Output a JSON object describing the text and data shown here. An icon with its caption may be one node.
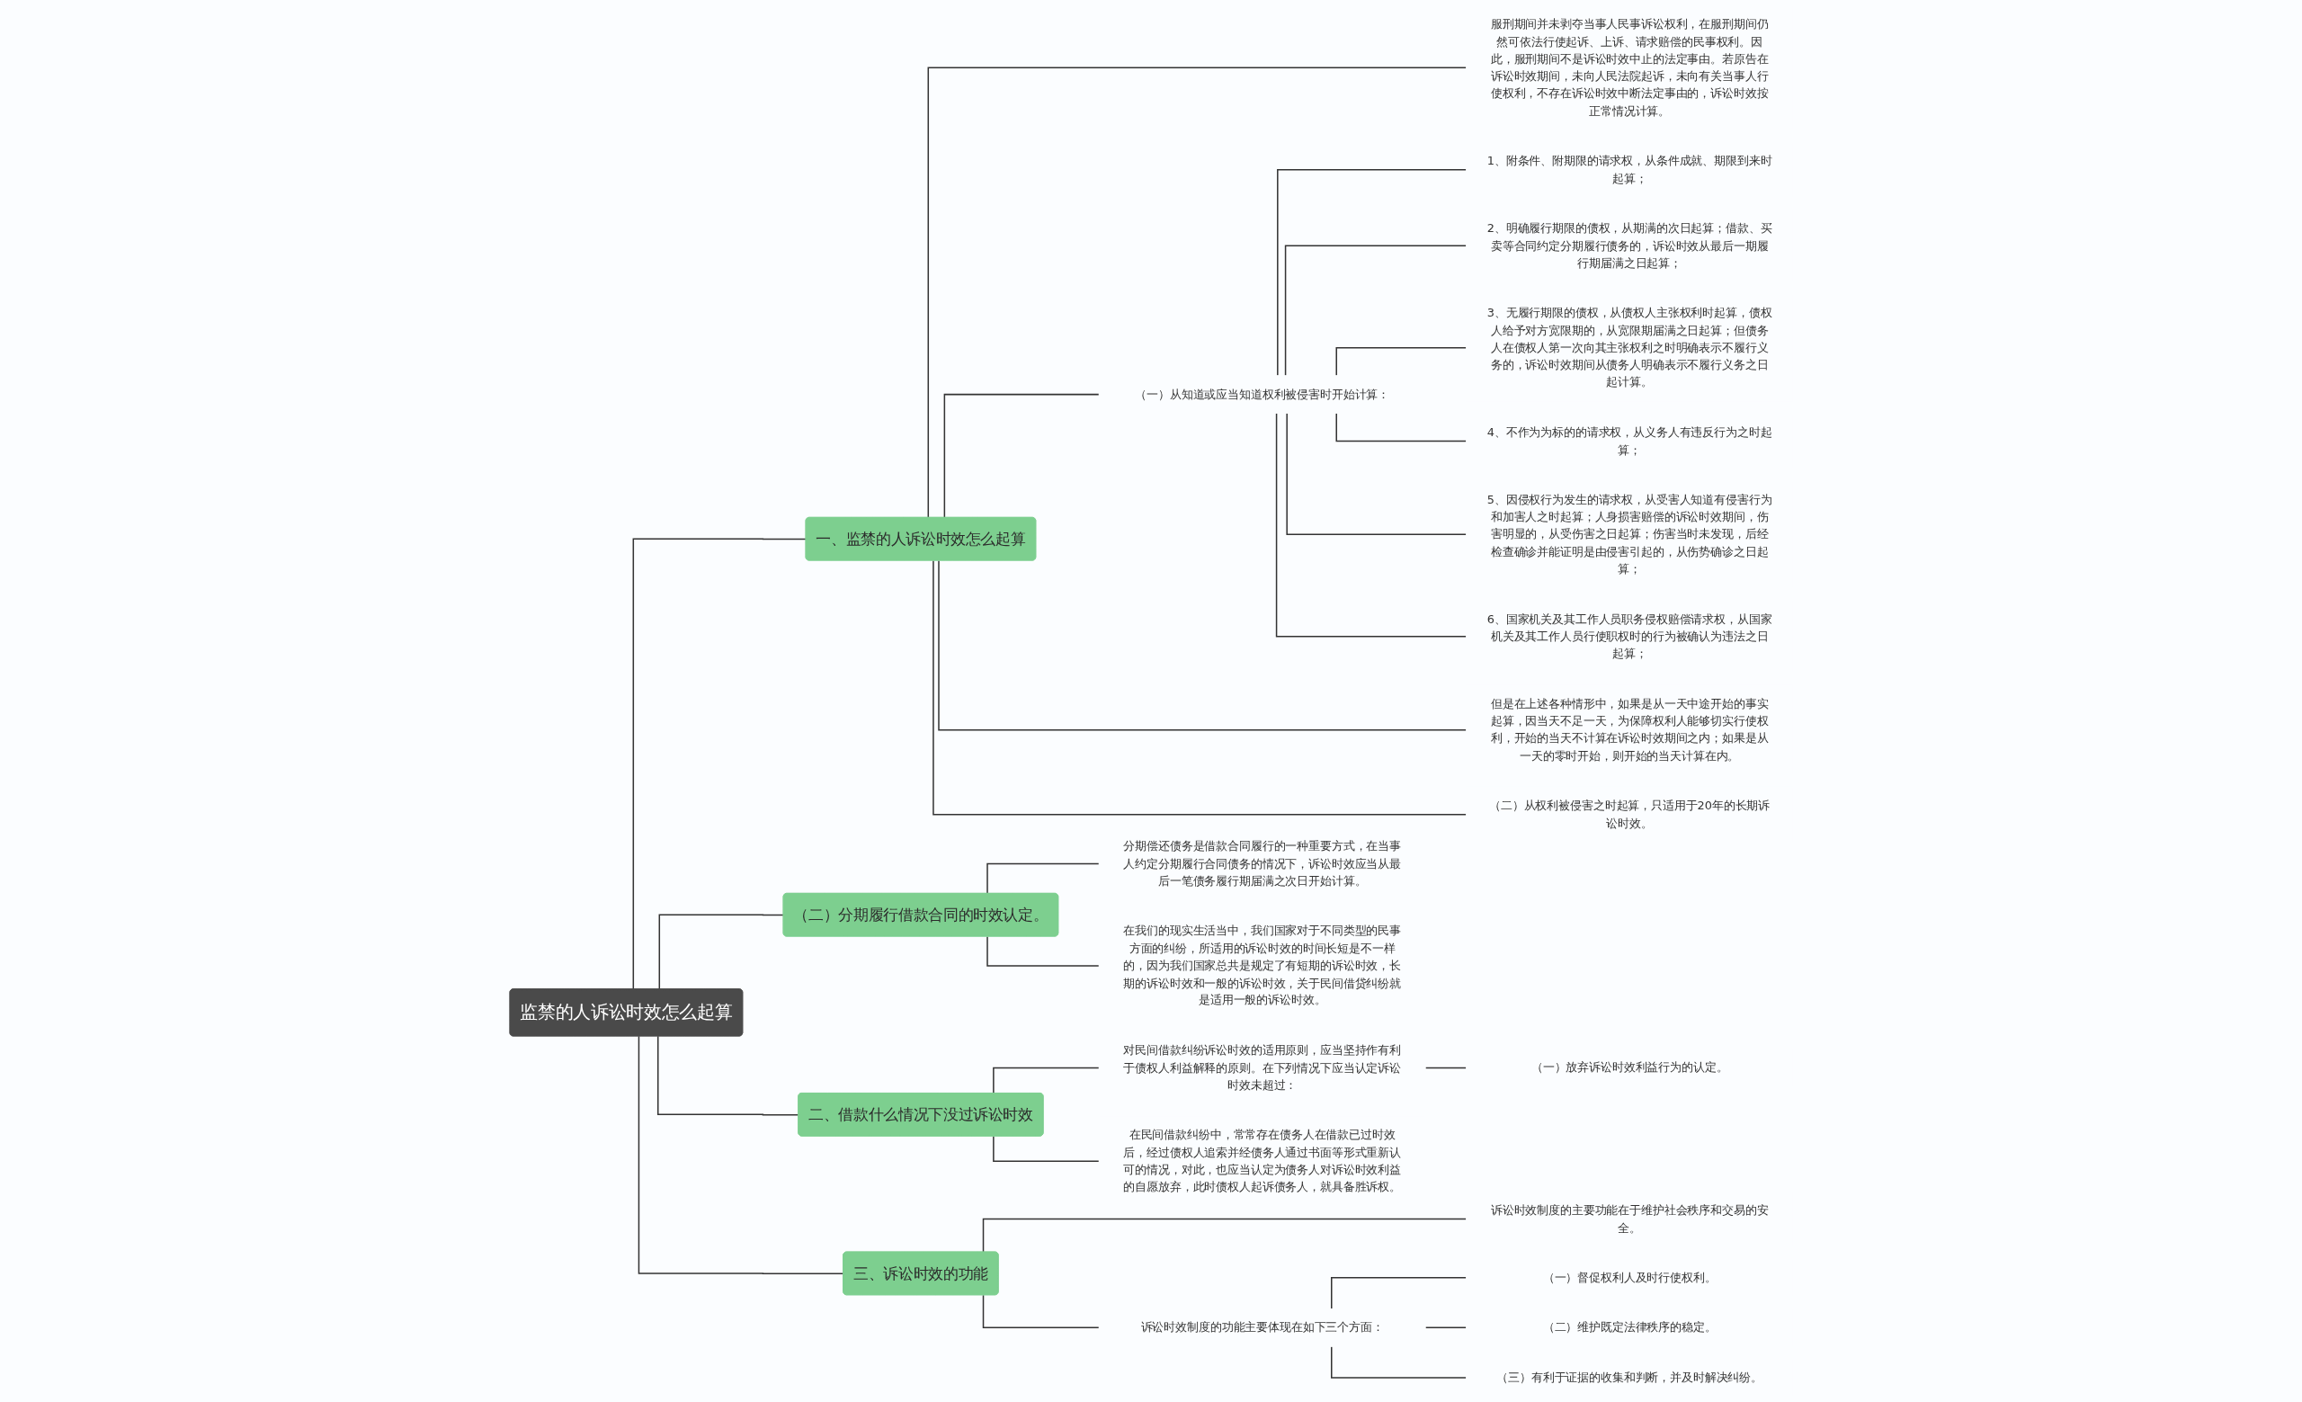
{
  "diagram": {
    "nodes": [
      {
        "text": [
          "监禁的人诉讼时效怎么起算"
        ]
      },
      {
        "text": [
          "一、监禁的人诉讼时效怎么起算"
        ]
      },
      {
        "text": [
          "服刑期间并未剥夺当事人民事诉讼权利，在服刑期间仍然可依法行使起诉、上诉、请求赔偿的民事权利。因此，服刑期间不是诉讼时效中止的法定事由。若原告在诉讼时效期间，未向人民法院起诉，未向有关当事人行使权利，不存在诉讼时效中断法定事由的，诉讼时效按正常情况计算。"
        ]
      },
      {
        "text": [
          "（一）从知道或应当知道权利被侵害时开始计算："
        ]
      },
      {
        "text": [
          "1、附条件、附期限的请求权，从条件成就、期限到来时起算；"
        ]
      },
      {
        "text": [
          "2、明确履行期限的债权，从期满的次日起算；借款、买卖等合同约定分期履行债务的，诉讼时效从最后一期履行期届满之日起算；"
        ]
      },
      {
        "text": [
          "3、无履行期限的债权，从债权人主张权利时起算，债权人给予对方宽限期的，从宽限期届满之日起算；但债务人在债权人第一次向其主张权利之时明确表示不履行义务的，诉讼时效期间从债务人明确表示不履行义务之日起计算。"
        ]
      },
      {
        "text": [
          "4、不作为为标的的请求权，从义务人有违反行为之时起算；"
        ]
      },
      {
        "text": [
          "5、因侵权行为发生的请求权，从受害人知道有侵害行为和加害人之时起算；人身损害赔偿的诉讼时效期间，伤害明显的，从受伤害之日起算；伤害当时未发现，后经检查确诊并能证明是由侵害引起的，从伤势确诊之日起算；"
        ]
      },
      {
        "text": [
          "6、国家机关及其工作人员职务侵权赔偿请求权，从国家机关及其工作人员行使职权时的行为被确认为违法之日起算；"
        ]
      },
      {
        "text": [
          "但是在上述各种情形中，如果是从一天中途开始的事实起算，因当天不足一天，为保障权利人能够切实行使权利，开始的当天不计算在诉讼时效期间之内；如果是从一天的零时开始，则开始的当天计算在内。"
        ]
      },
      {
        "text": [
          "（二）从权利被侵害之时起算，只适用于20年的长期诉讼时效。"
        ]
      },
      {
        "text": [
          "（二）分期履行借款合同的时效认定。"
        ]
      },
      {
        "text": [
          "分期偿还债务是借款合同履行的一种重要方式，在当事人约定分期履行合同债务的情况下，诉讼时效应当从最后一笔债务履行期届满之次日开始计算。"
        ]
      },
      {
        "text": [
          "在我们的现实生活当中，我们国家对于不同类型的民事方面的纠纷，所适用的诉讼时效的时间长短是不一样的，因为我们国家总共是规定了有短期的诉讼时效，长期的诉讼时效和一般的诉讼时效，关于民间借贷纠纷就是适用一般的诉讼时效。"
        ]
      },
      {
        "text": [
          "二、借款什么情况下没过诉讼时效"
        ]
      },
      {
        "text": [
          "对民间借款纠纷诉讼时效的适用原则，应当坚持作有利于债权人利益解释的原则。在下列情况下应当认定诉讼时效未超过："
        ]
      },
      {
        "text": [
          "（一）放弃诉讼时效利益行为的认定。"
        ]
      },
      {
        "text": [
          "在民间借款纠纷中，常常存在债务人在借款已过时效后，经过债权人追索并经债务人通过书面等形式重新认可的情况，对此，也应当认定为债务人对诉讼时效利益的自愿放弃，此时债权人起诉债务人，就具备胜诉权。"
        ]
      },
      {
        "text": [
          "三、诉讼时效的功能"
        ]
      },
      {
        "text": [
          "诉讼时效制度的主要功能在于维护社会秩序和交易的安全。"
        ]
      },
      {
        "text": [
          "诉讼时效制度的功能主要体现在如下三个方面："
        ]
      },
      {
        "text": [
          "（一）督促权利人及时行使权利。"
        ]
      },
      {
        "text": [
          "（二）维护既定法律秩序的稳定。"
        ]
      },
      {
        "text": [
          "（三）有利于证据的收集和判断，并及时解决纠纷。"
        ]
      }
    ],
    "edges": [
      {
        "from": 0,
        "to": 1,
        "arrow": "none"
      },
      {
        "from": 1,
        "to": 2,
        "arrow": "none"
      },
      {
        "from": 1,
        "to": 3,
        "arrow": "none"
      },
      {
        "from": 3,
        "to": 4,
        "arrow": "none"
      },
      {
        "from": 3,
        "to": 5,
        "arrow": "none"
      },
      {
        "from": 3,
        "to": 6,
        "arrow": "none"
      },
      {
        "from": 3,
        "to": 7,
        "arrow": "none"
      },
      {
        "from": 3,
        "to": 8,
        "arrow": "none"
      },
      {
        "from": 3,
        "to": 9,
        "arrow": "none"
      },
      {
        "from": 1,
        "to": 10,
        "arrow": "none"
      },
      {
        "from": 1,
        "to": 11,
        "arrow": "none"
      },
      {
        "from": 0,
        "to": 12,
        "arrow": "none"
      },
      {
        "from": 12,
        "to": 13,
        "arrow": "none"
      },
      {
        "from": 12,
        "to": 14,
        "arrow": "none"
      },
      {
        "from": 0,
        "to": 15,
        "arrow": "none"
      },
      {
        "from": 15,
        "to": 16,
        "arrow": "none"
      },
      {
        "from": 16,
        "to": 17,
        "arrow": "none"
      },
      {
        "from": 15,
        "to": 18,
        "arrow": "none"
      },
      {
        "from": 0,
        "to": 19,
        "arrow": "none"
      },
      {
        "from": 19,
        "to": 20,
        "arrow": "none"
      },
      {
        "from": 19,
        "to": 21,
        "arrow": "none"
      },
      {
        "from": 21,
        "to": 22,
        "arrow": "none"
      },
      {
        "from": 21,
        "to": 23,
        "arrow": "none"
      },
      {
        "from": 21,
        "to": 24,
        "arrow": "none"
      }
    ]
  }
}
